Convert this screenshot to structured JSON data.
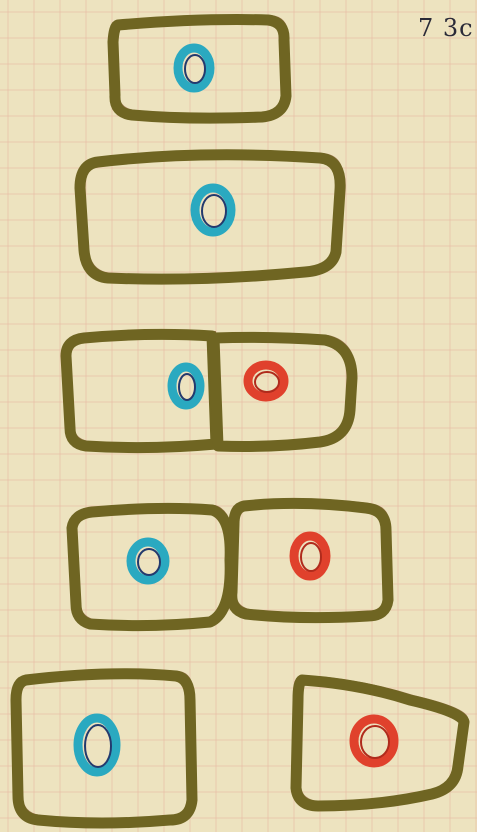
{
  "corner_note": "7 3c",
  "colors": {
    "paper": "#ede3bf",
    "grid": "#e8b8a4",
    "outline": "#6f6522",
    "outline_shadow": "#a27a58",
    "nucleus_blue": "#2aa9c0",
    "nucleus_red": "#e0412c",
    "nucleus_edge": "#233a6e"
  },
  "stages": [
    {
      "stage": 1,
      "cells": [
        {
          "nucleus": "blue"
        }
      ]
    },
    {
      "stage": 2,
      "cells": [
        {
          "nucleus": "blue"
        }
      ]
    },
    {
      "stage": 3,
      "cells": [
        {
          "nucleus": "blue"
        },
        {
          "nucleus": "red"
        }
      ]
    },
    {
      "stage": 4,
      "cells": [
        {
          "nucleus": "blue"
        },
        {
          "nucleus": "red"
        }
      ]
    },
    {
      "stage": 5,
      "cells": [
        {
          "nucleus": "blue"
        },
        {
          "nucleus": "red"
        }
      ]
    }
  ]
}
